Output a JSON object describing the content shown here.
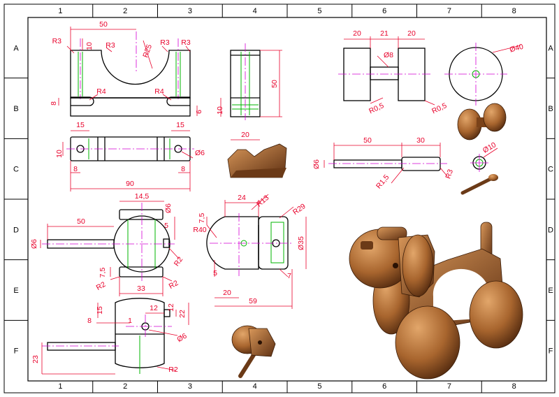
{
  "frame": {
    "columns": [
      "1",
      "2",
      "3",
      "4",
      "5",
      "6",
      "7",
      "8"
    ],
    "rows": [
      "A",
      "B",
      "C",
      "D",
      "E",
      "F"
    ]
  },
  "dims": {
    "body_top": [
      "50",
      "R3",
      "10",
      "R3",
      "R25",
      "R3",
      "R3"
    ],
    "body_front": [
      "R4",
      "R4",
      "8",
      "15",
      "15",
      "6"
    ],
    "body_side": [
      "50",
      "10",
      "20"
    ],
    "body_bottom": [
      "10",
      "Ø6",
      "8",
      "8",
      "90"
    ],
    "wheels": [
      "20",
      "21",
      "20",
      "Ø8",
      "R0,5",
      "R0,5",
      "Ø40"
    ],
    "axle": [
      "50",
      "30",
      "Ø6",
      "R1,5",
      "R3",
      "Ø10"
    ],
    "head_front": [
      "14,5",
      "Ø6",
      "50",
      "Ø6",
      "5",
      "R2",
      "7,5",
      "R2",
      "33",
      "R2"
    ],
    "head_side": [
      "24",
      "R13",
      "R29",
      "7,5",
      "R40",
      "Ø35",
      "5",
      "7",
      "20",
      "59"
    ],
    "head_bottom": [
      "15",
      "12",
      "12",
      "22",
      "8",
      "1",
      "Ø6",
      "23",
      "R2"
    ]
  },
  "colors": {
    "line": "#000000",
    "dimension": "#e8002a",
    "center": "#d400d4",
    "hidden": "#00b400",
    "wood_light": "#c8894a",
    "wood_dark": "#5a3015"
  }
}
